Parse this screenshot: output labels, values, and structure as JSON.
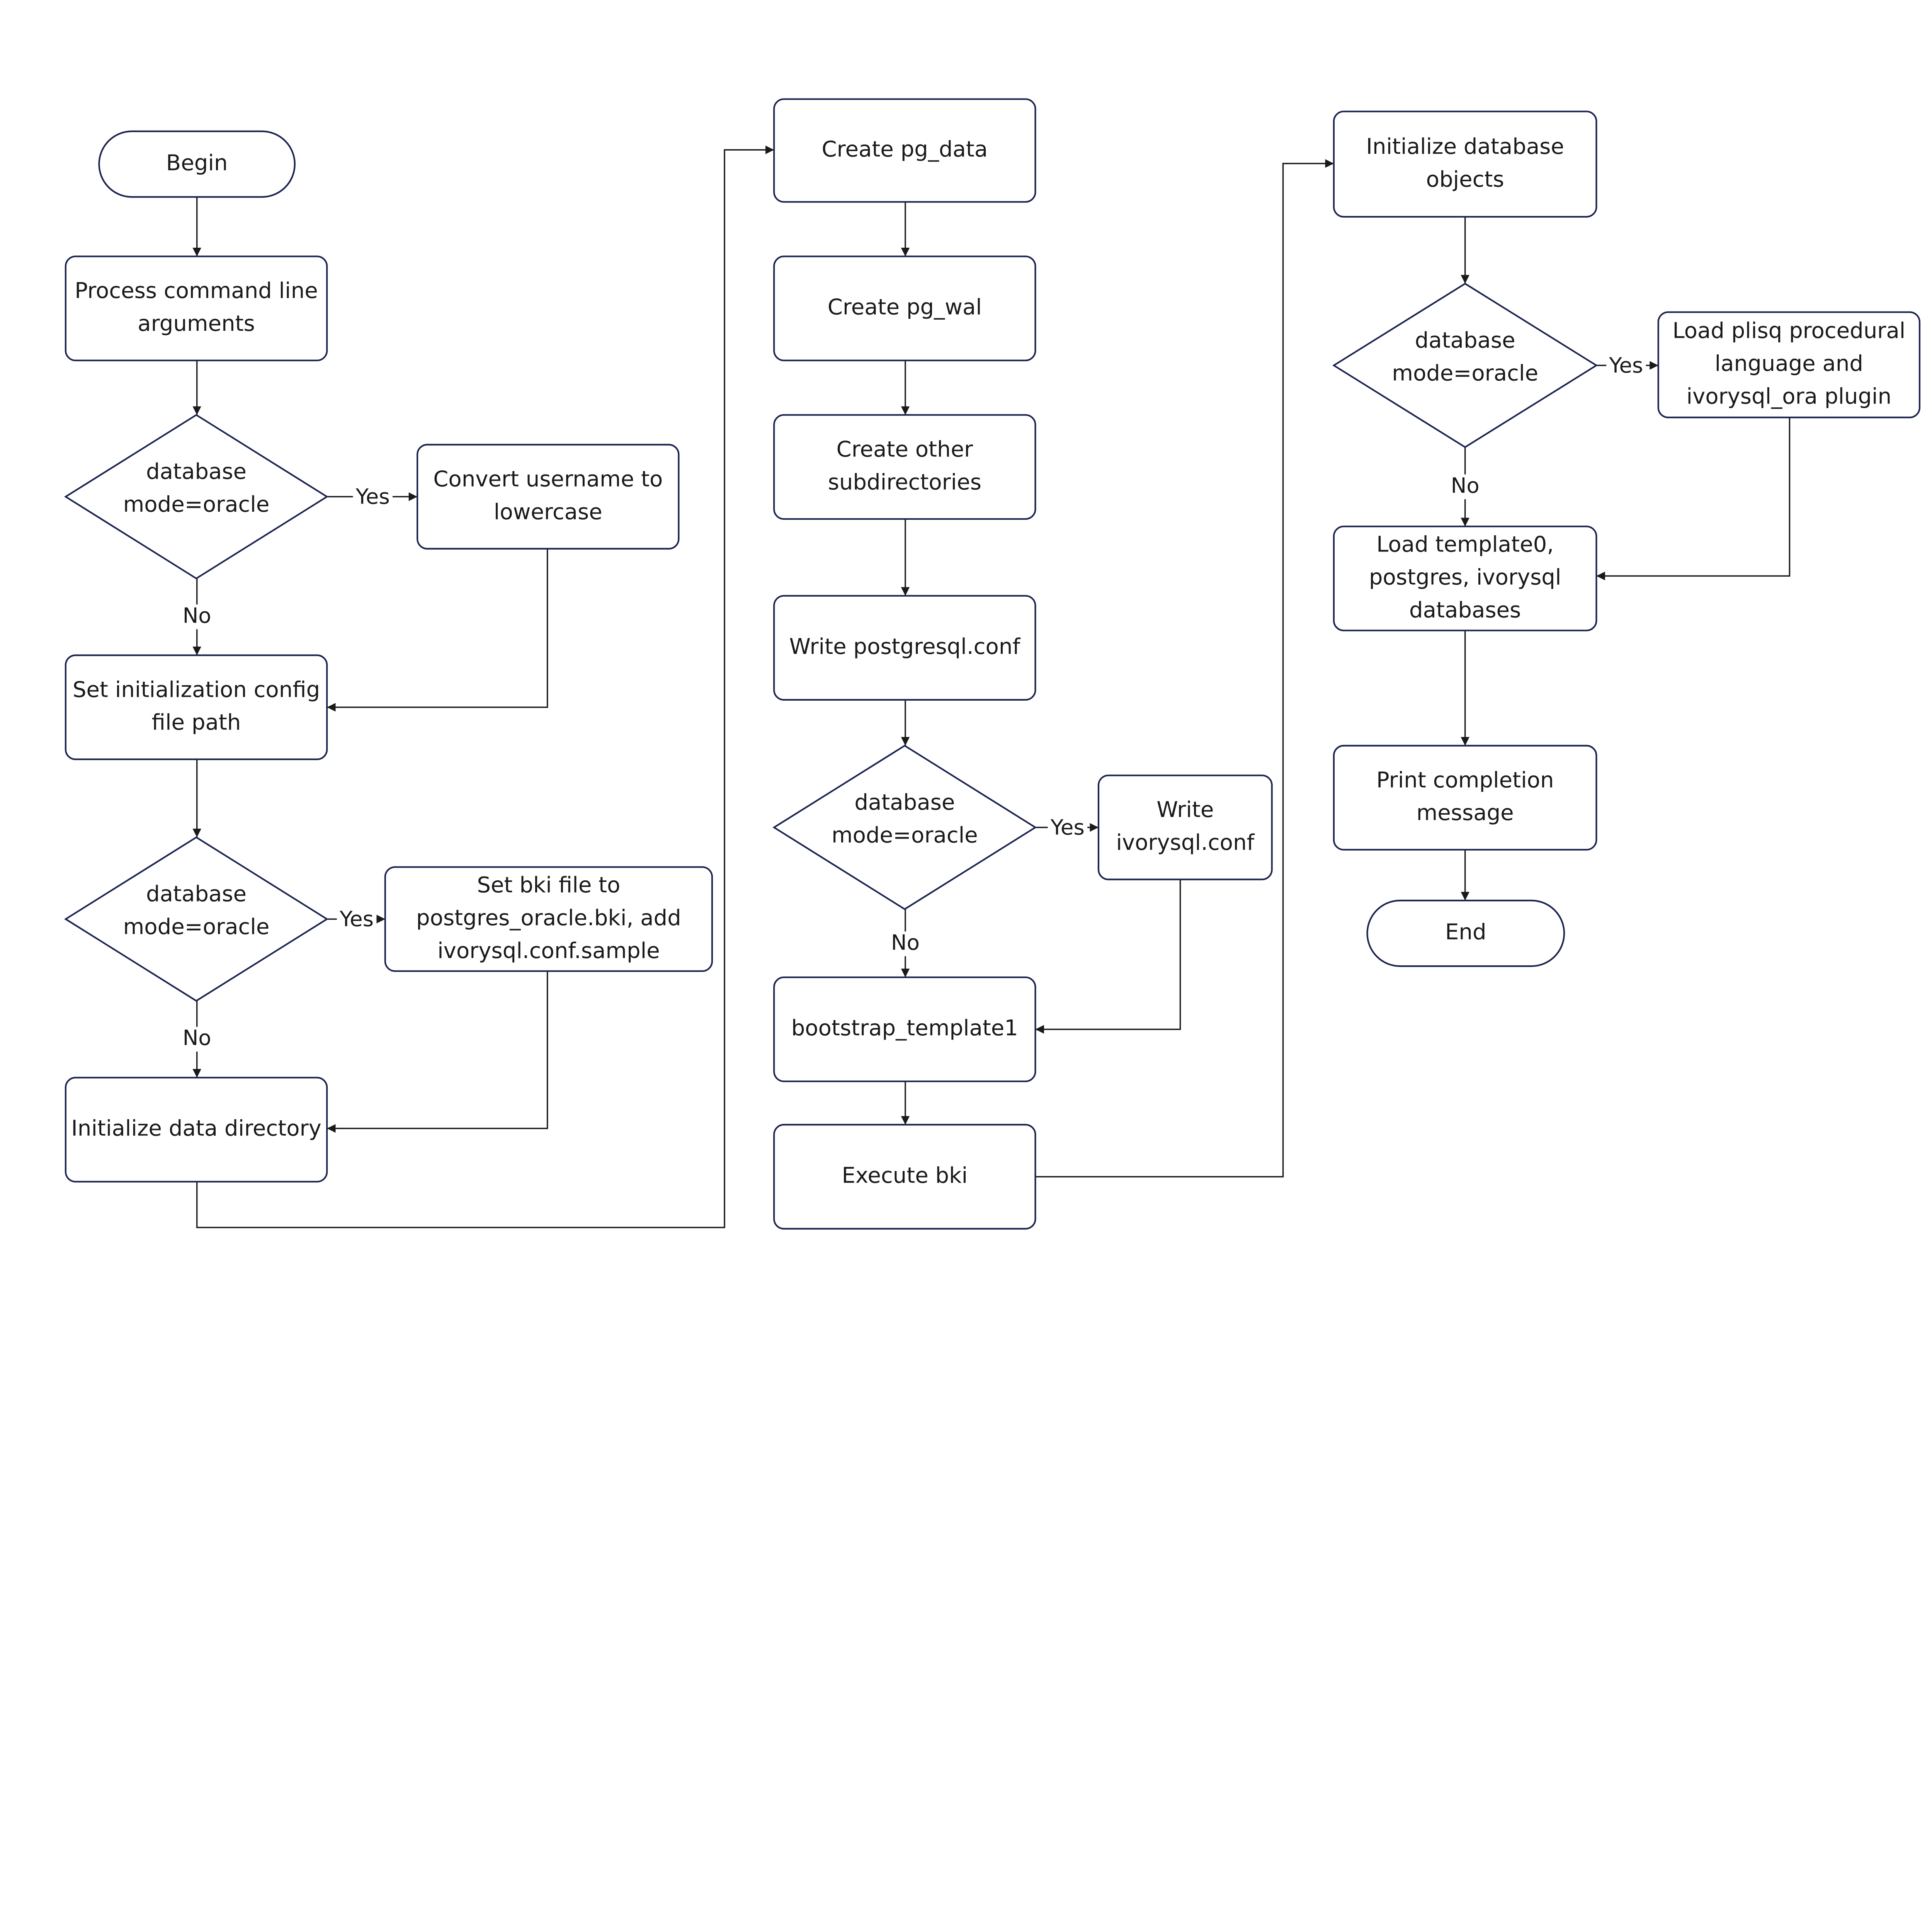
{
  "diagram": {
    "nodes": {
      "begin": {
        "shape": "terminal",
        "lines": [
          "Begin"
        ]
      },
      "process_args": {
        "shape": "process",
        "lines": [
          "Process command line",
          "arguments"
        ]
      },
      "decision_1": {
        "shape": "decision",
        "lines": [
          "database",
          "mode=oracle"
        ]
      },
      "convert_username": {
        "shape": "process",
        "lines": [
          "Convert username to",
          "lowercase"
        ]
      },
      "set_config_path": {
        "shape": "process",
        "lines": [
          "Set initialization config",
          "file path"
        ]
      },
      "decision_2": {
        "shape": "decision",
        "lines": [
          "database",
          "mode=oracle"
        ]
      },
      "set_bki": {
        "shape": "process",
        "lines": [
          "Set bki file to",
          "postgres_oracle.bki, add",
          "ivorysql.conf.sample"
        ]
      },
      "init_data_dir": {
        "shape": "process",
        "lines": [
          "Initialize data directory"
        ]
      },
      "create_pg_data": {
        "shape": "process",
        "lines": [
          "Create pg_data"
        ]
      },
      "create_pg_wal": {
        "shape": "process",
        "lines": [
          "Create pg_wal"
        ]
      },
      "create_subdirs": {
        "shape": "process",
        "lines": [
          "Create other",
          "subdirectories"
        ]
      },
      "write_postgresql_conf": {
        "shape": "process",
        "lines": [
          "Write postgresql.conf"
        ]
      },
      "decision_3": {
        "shape": "decision",
        "lines": [
          "database",
          "mode=oracle"
        ]
      },
      "write_ivorysql_conf": {
        "shape": "process",
        "lines": [
          "Write",
          "ivorysql.conf"
        ]
      },
      "bootstrap_template1": {
        "shape": "process",
        "lines": [
          "bootstrap_template1"
        ]
      },
      "execute_bki": {
        "shape": "process",
        "lines": [
          "Execute bki"
        ]
      },
      "init_db_objects": {
        "shape": "process",
        "lines": [
          "Initialize database",
          "objects"
        ]
      },
      "decision_4": {
        "shape": "decision",
        "lines": [
          "database",
          "mode=oracle"
        ]
      },
      "load_plisql": {
        "shape": "process",
        "lines": [
          "Load plisq procedural",
          "language and",
          "ivorysql_ora plugin"
        ]
      },
      "load_templates": {
        "shape": "process",
        "lines": [
          "Load template0,",
          "postgres, ivorysql",
          "databases"
        ]
      },
      "print_completion": {
        "shape": "process",
        "lines": [
          "Print completion",
          "message"
        ]
      },
      "end": {
        "shape": "terminal",
        "lines": [
          "End"
        ]
      }
    },
    "edges": [
      {
        "from": "begin",
        "to": "process_args",
        "label": ""
      },
      {
        "from": "process_args",
        "to": "decision_1",
        "label": ""
      },
      {
        "from": "decision_1",
        "to": "convert_username",
        "label": "Yes"
      },
      {
        "from": "decision_1",
        "to": "set_config_path",
        "label": "No"
      },
      {
        "from": "convert_username",
        "to": "set_config_path",
        "label": ""
      },
      {
        "from": "set_config_path",
        "to": "decision_2",
        "label": ""
      },
      {
        "from": "decision_2",
        "to": "set_bki",
        "label": "Yes"
      },
      {
        "from": "decision_2",
        "to": "init_data_dir",
        "label": "No"
      },
      {
        "from": "set_bki",
        "to": "init_data_dir",
        "label": ""
      },
      {
        "from": "init_data_dir",
        "to": "create_pg_data",
        "label": ""
      },
      {
        "from": "create_pg_data",
        "to": "create_pg_wal",
        "label": ""
      },
      {
        "from": "create_pg_wal",
        "to": "create_subdirs",
        "label": ""
      },
      {
        "from": "create_subdirs",
        "to": "write_postgresql_conf",
        "label": ""
      },
      {
        "from": "write_postgresql_conf",
        "to": "decision_3",
        "label": ""
      },
      {
        "from": "decision_3",
        "to": "write_ivorysql_conf",
        "label": "Yes"
      },
      {
        "from": "decision_3",
        "to": "bootstrap_template1",
        "label": "No"
      },
      {
        "from": "write_ivorysql_conf",
        "to": "bootstrap_template1",
        "label": ""
      },
      {
        "from": "bootstrap_template1",
        "to": "execute_bki",
        "label": ""
      },
      {
        "from": "execute_bki",
        "to": "init_db_objects",
        "label": ""
      },
      {
        "from": "init_db_objects",
        "to": "decision_4",
        "label": ""
      },
      {
        "from": "decision_4",
        "to": "load_plisql",
        "label": "Yes"
      },
      {
        "from": "decision_4",
        "to": "load_templates",
        "label": "No"
      },
      {
        "from": "load_plisql",
        "to": "load_templates",
        "label": ""
      },
      {
        "from": "load_templates",
        "to": "print_completion",
        "label": ""
      },
      {
        "from": "print_completion",
        "to": "end",
        "label": ""
      }
    ],
    "colors": {
      "shape_stroke": "#1a2350",
      "connector": "#1a1a1a",
      "text": "#1a1a1a",
      "background": "#ffffff"
    }
  }
}
